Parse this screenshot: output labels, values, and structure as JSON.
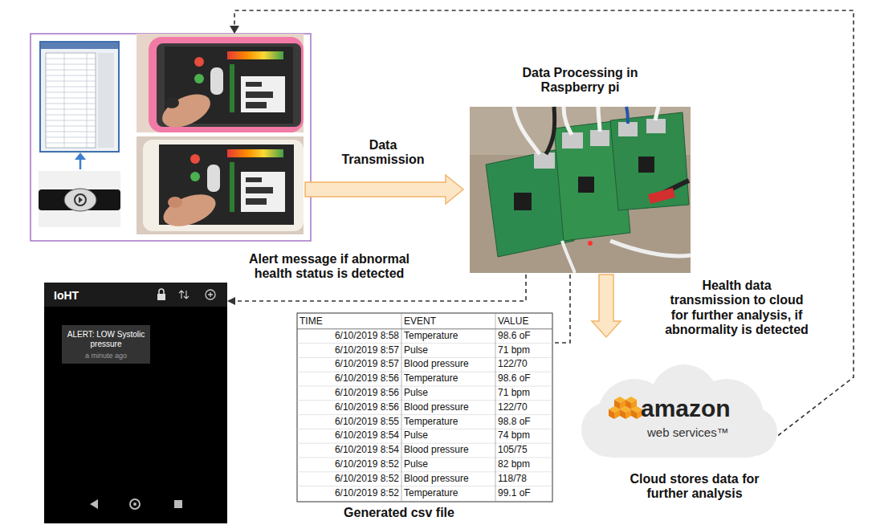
{
  "diagram": {
    "nodes": [
      {
        "text": [
          "Data Processing in Raspberry pi"
        ]
      },
      {
        "text": [
          "IoHT"
        ]
      },
      {
        "text": [
          "ALERT: LOW Systolic pressure",
          "a minute ago"
        ],
        "in": 1
      },
      {
        "text": [
          "Generated csv file"
        ]
      },
      {
        "text": [
          "amazon",
          "web services™",
          "Cloud stores data for further analysis"
        ]
      }
    ],
    "edges": [
      {
        "from": 0,
        "to": 1,
        "arrow": "to",
        "label": "Alert message if abnormal health status is detected"
      },
      {
        "from": 0,
        "to": 3,
        "arrow": "none"
      },
      {
        "from": 0,
        "to": 4,
        "arrow": "to",
        "label": "Health data transmission to cloud for further analysis, if abnormality is detected"
      }
    ],
    "labels": [
      "Data Transmission",
      "TIME",
      "EVENT",
      "VALUE",
      "6/10/2019 8:58",
      "Temperature",
      "98.6 oF",
      "6/10/2019 8:57",
      "Pulse",
      "71 bpm",
      "6/10/2019 8:57",
      "Blood pressure",
      "122/70",
      "6/10/2019 8:56",
      "Temperature",
      "98.6 oF",
      "6/10/2019 8:56",
      "Pulse",
      "71 bpm",
      "6/10/2019 8:56",
      "Blood pressure",
      "122/70",
      "6/10/2019 8:55",
      "Temperature",
      "98.8 oF",
      "6/10/2019 8:54",
      "Pulse",
      "74 bpm",
      "6/10/2019 8:54",
      "Blood pressure",
      "105/75",
      "6/10/2019 8:52",
      "Pulse",
      "82 bpm",
      "6/10/2019 8:52",
      "Blood pressure",
      "118/78",
      "6/10/2019 8:52",
      "Temperature",
      "99.1 oF"
    ]
  }
}
